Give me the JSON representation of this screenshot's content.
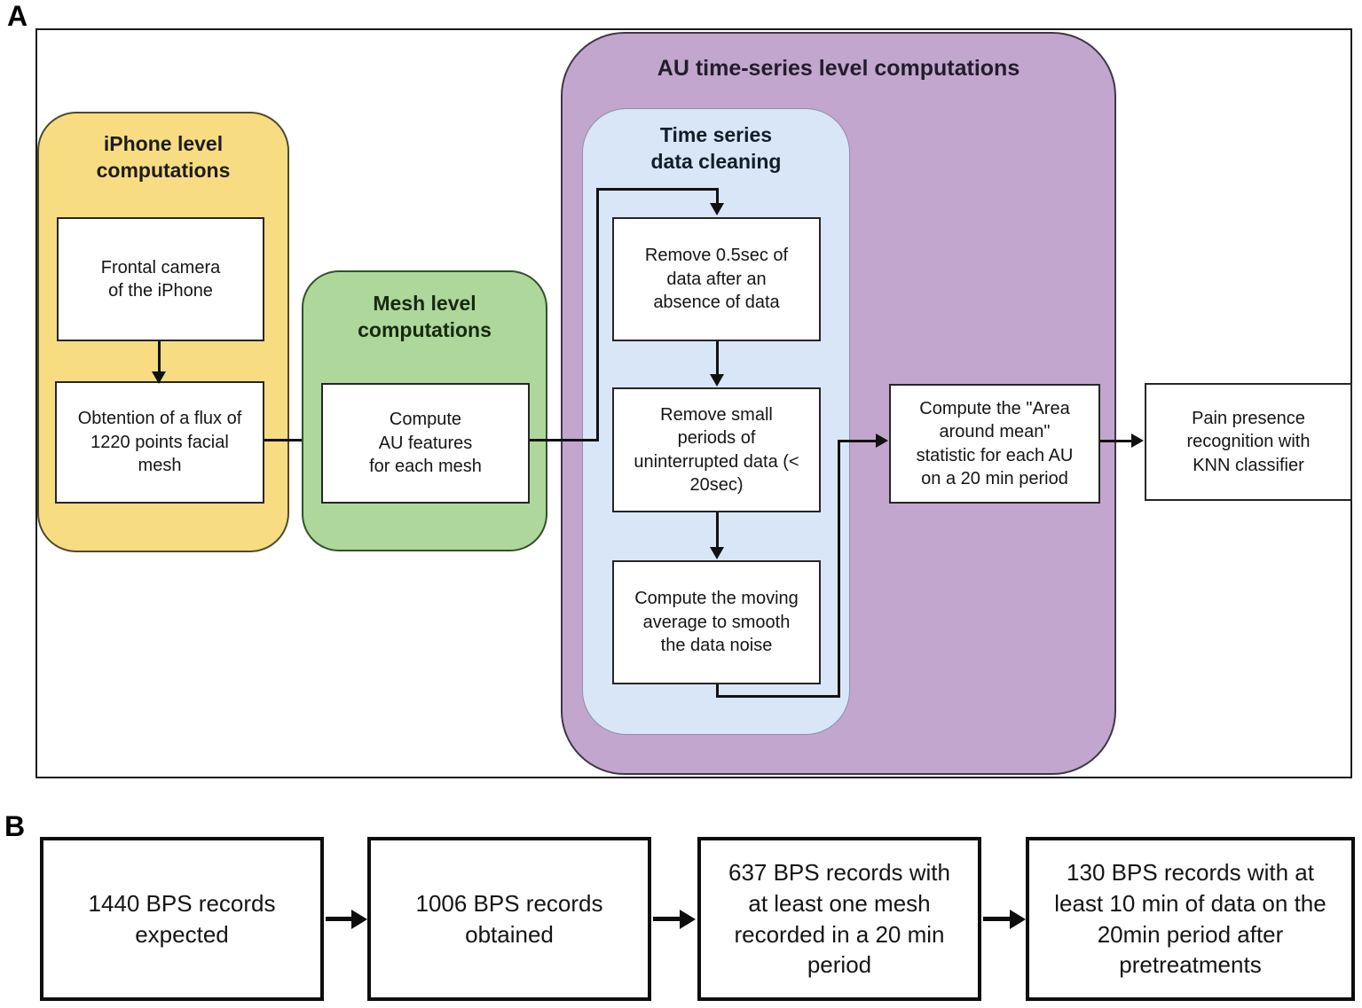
{
  "colors": {
    "yellow_fill": "#f7dc82",
    "yellow_border": "#4f4a2a",
    "green_fill": "#aed79b",
    "green_border": "#33512b",
    "purple_fill": "#c2a6cd",
    "purple_border": "#3f3648",
    "blue_fill": "#d9e6f8",
    "blue_border": "#8a90a9",
    "white_box_border": "#262626",
    "arrow": "#111111"
  },
  "panel_a": {
    "label": "A",
    "iphone": {
      "title": "iPhone level\ncomputations",
      "box1": "Frontal camera\nof the iPhone",
      "box2": "Obtention of a flux of\n1220 points facial\nmesh"
    },
    "mesh": {
      "title": "Mesh level\ncomputations",
      "box": "Compute\nAU features\nfor each mesh"
    },
    "au_series": {
      "title": "AU time-series level computations",
      "cleaning": {
        "title": "Time series\ndata cleaning",
        "box1": "Remove 0.5sec of\ndata after an\nabsence of data",
        "box2": "Remove small\nperiods of\nuninterrupted data (<\n20sec)",
        "box3": "Compute the moving\naverage to smooth\nthe data noise"
      },
      "area_box": "Compute the \"Area\naround mean\"\nstatistic for each AU\non a 20 min period"
    },
    "knn_box": "Pain presence\nrecognition with\nKNN classifier"
  },
  "panel_b": {
    "label": "B",
    "box1": "1440 BPS records\nexpected",
    "box2": "1006 BPS records\nobtained",
    "box3": "637 BPS records with\nat least one mesh\nrecorded in a 20 min\nperiod",
    "box4": "130 BPS records with at\nleast 10 min of data on the\n20min period after\npretreatments"
  }
}
